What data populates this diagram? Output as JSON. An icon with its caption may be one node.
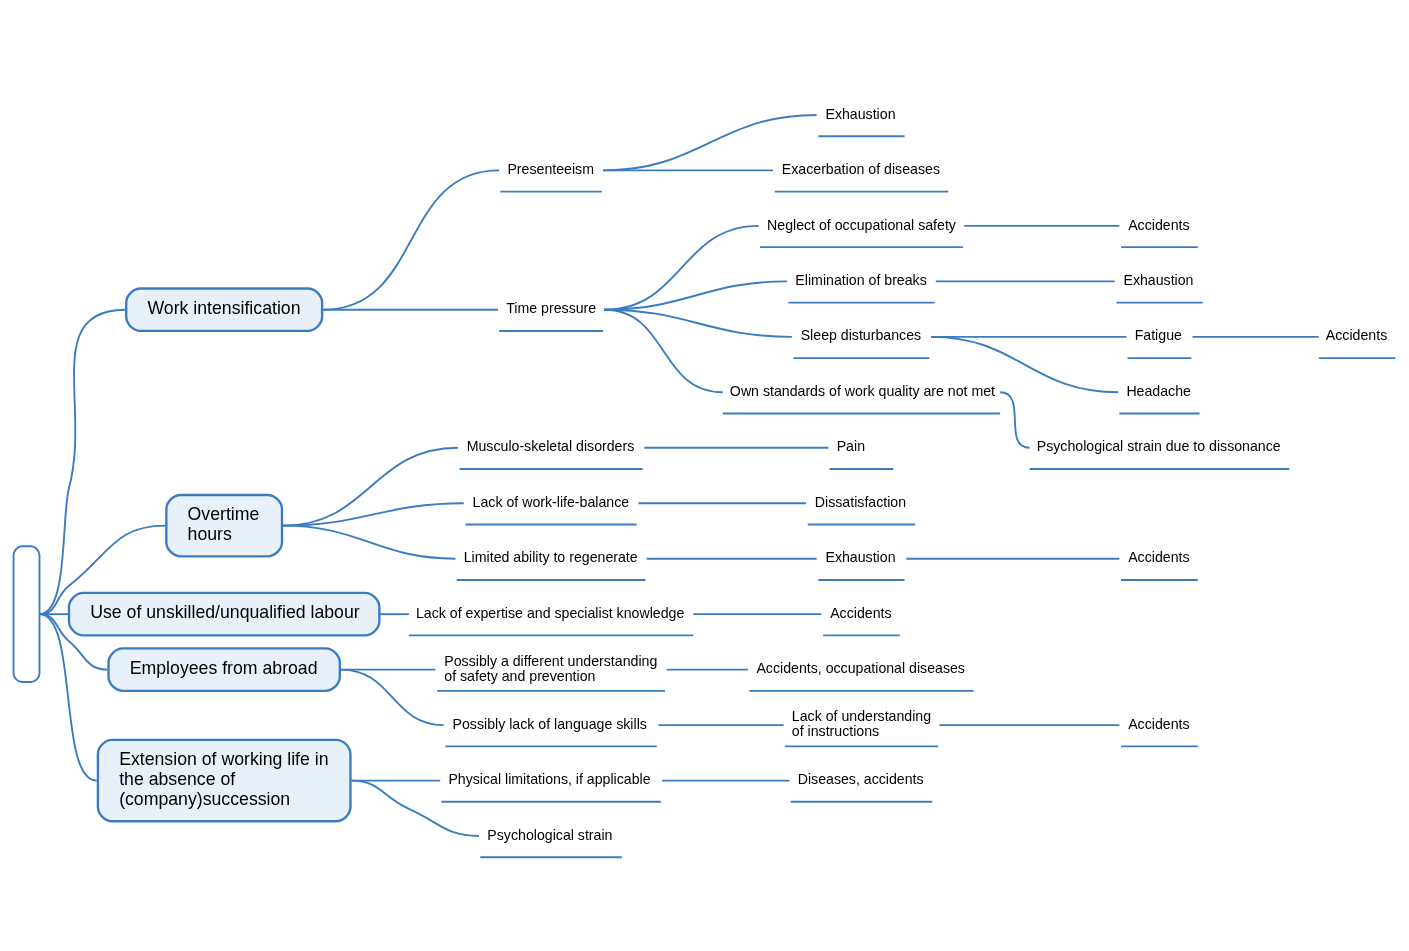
{
  "diagram": {
    "nodes": [
      {
        "text": [],
        "shape": "box"
      },
      {
        "text": [
          "Work intensification"
        ]
      },
      {
        "text": [
          "Presenteeism"
        ]
      },
      {
        "text": [
          "Exhaustion"
        ]
      },
      {
        "text": [
          "Exacerbation of diseases"
        ]
      },
      {
        "text": [
          "Time pressure"
        ]
      },
      {
        "text": [
          "Neglect of occupational safety"
        ]
      },
      {
        "text": [
          "Accidents"
        ]
      },
      {
        "text": [
          "Elimination of breaks"
        ]
      },
      {
        "text": [
          "Exhaustion"
        ]
      },
      {
        "text": [
          "Sleep disturbances"
        ]
      },
      {
        "text": [
          "Fatigue"
        ]
      },
      {
        "text": [
          "Accidents"
        ]
      },
      {
        "text": [
          "Headache"
        ]
      },
      {
        "text": [
          "Own standards of work quality are not met"
        ]
      },
      {
        "text": [
          "Psychological strain due to dissonance"
        ]
      },
      {
        "text": [
          "Overtime hours"
        ]
      },
      {
        "text": [
          "Musculo-skeletal disorders"
        ]
      },
      {
        "text": [
          "Pain"
        ]
      },
      {
        "text": [
          "Lack of work-life-balance"
        ]
      },
      {
        "text": [
          "Dissatisfaction"
        ]
      },
      {
        "text": [
          "Limited ability to regenerate"
        ]
      },
      {
        "text": [
          "Exhaustion"
        ]
      },
      {
        "text": [
          "Accidents"
        ]
      },
      {
        "text": [
          "Use of unskilled/unqualified labour"
        ]
      },
      {
        "text": [
          "Lack of expertise and specialist knowledge"
        ]
      },
      {
        "text": [
          "Accidents"
        ]
      },
      {
        "text": [
          "Employees from abroad"
        ]
      },
      {
        "text": [
          "Possibly a different understanding of safety and prevention"
        ]
      },
      {
        "text": [
          "Accidents, occupational diseases"
        ]
      },
      {
        "text": [
          "Possibly lack of language skills"
        ]
      },
      {
        "text": [
          "Lack of understanding of instructions"
        ]
      },
      {
        "text": [
          "Accidents"
        ]
      },
      {
        "text": [
          "Extension of working life in the absence of (company)succession"
        ]
      },
      {
        "text": [
          "Physical limitations, if applicable"
        ]
      },
      {
        "text": [
          "Diseases, accidents"
        ]
      },
      {
        "text": [
          "Psychological strain"
        ]
      }
    ],
    "edges": [
      {
        "from": 0,
        "to": 1,
        "arrow": "none"
      },
      {
        "from": 1,
        "to": 2,
        "arrow": "none"
      },
      {
        "from": 2,
        "to": 3,
        "arrow": "none"
      },
      {
        "from": 2,
        "to": 4,
        "arrow": "none"
      },
      {
        "from": 1,
        "to": 5,
        "arrow": "none"
      },
      {
        "from": 5,
        "to": 6,
        "arrow": "none"
      },
      {
        "from": 6,
        "to": 7,
        "arrow": "none"
      },
      {
        "from": 5,
        "to": 8,
        "arrow": "none"
      },
      {
        "from": 8,
        "to": 9,
        "arrow": "none"
      },
      {
        "from": 5,
        "to": 10,
        "arrow": "none"
      },
      {
        "from": 10,
        "to": 11,
        "arrow": "none"
      },
      {
        "from": 11,
        "to": 12,
        "arrow": "none"
      },
      {
        "from": 10,
        "to": 13,
        "arrow": "none"
      },
      {
        "from": 5,
        "to": 14,
        "arrow": "none"
      },
      {
        "from": 14,
        "to": 15,
        "arrow": "none"
      },
      {
        "from": 0,
        "to": 16,
        "arrow": "none"
      },
      {
        "from": 16,
        "to": 17,
        "arrow": "none"
      },
      {
        "from": 17,
        "to": 18,
        "arrow": "none"
      },
      {
        "from": 16,
        "to": 19,
        "arrow": "none"
      },
      {
        "from": 19,
        "to": 20,
        "arrow": "none"
      },
      {
        "from": 16,
        "to": 21,
        "arrow": "none"
      },
      {
        "from": 21,
        "to": 22,
        "arrow": "none"
      },
      {
        "from": 22,
        "to": 23,
        "arrow": "none"
      },
      {
        "from": 0,
        "to": 24,
        "arrow": "none"
      },
      {
        "from": 24,
        "to": 25,
        "arrow": "none"
      },
      {
        "from": 25,
        "to": 26,
        "arrow": "none"
      },
      {
        "from": 0,
        "to": 27,
        "arrow": "none"
      },
      {
        "from": 27,
        "to": 28,
        "arrow": "none"
      },
      {
        "from": 28,
        "to": 29,
        "arrow": "none"
      },
      {
        "from": 27,
        "to": 30,
        "arrow": "none"
      },
      {
        "from": 30,
        "to": 31,
        "arrow": "none"
      },
      {
        "from": 31,
        "to": 32,
        "arrow": "none"
      },
      {
        "from": 0,
        "to": 33,
        "arrow": "none"
      },
      {
        "from": 33,
        "to": 34,
        "arrow": "none"
      },
      {
        "from": 34,
        "to": 35,
        "arrow": "none"
      },
      {
        "from": 33,
        "to": 36,
        "arrow": "none"
      }
    ]
  }
}
